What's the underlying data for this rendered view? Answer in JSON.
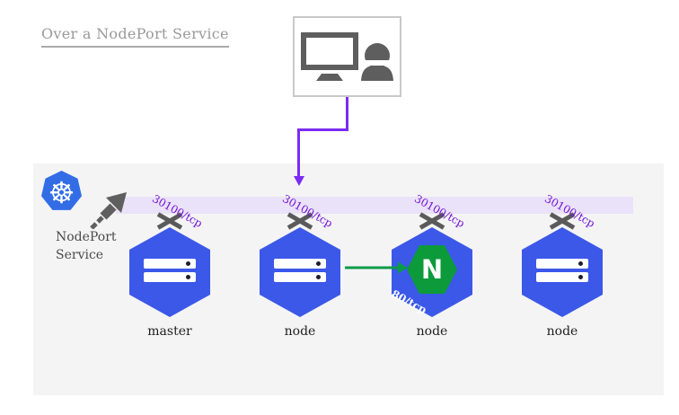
{
  "title": "Over a NodePort Service",
  "client": {
    "monitor_icon": "monitor",
    "user_icon": "user-silhouette"
  },
  "service": {
    "name_line1": "NodePort",
    "name_line2": "Service",
    "kubernetes_icon": "kubernetes-helm-wheel",
    "wheel_glyph": "☸"
  },
  "nodes": [
    {
      "label": "master",
      "port": "30100/tcp"
    },
    {
      "label": "node",
      "port": "30100/tcp"
    },
    {
      "label": "node",
      "port": "30100/tcp",
      "pod": {
        "label": "N",
        "port": "80/tcp",
        "color": "#0D9A3B"
      }
    },
    {
      "label": "node",
      "port": "30100/tcp"
    }
  ],
  "colors": {
    "node_hexagon_blue": "#3B58E8",
    "kubernetes_blue": "#326DE6",
    "band_lavender": "#EAE2F8",
    "panel_gray": "#F4F4F5",
    "connector_purple": "#7B2BF3",
    "port_label_purple": "#7113D6",
    "pod_arrow_green": "#0A9B49",
    "icon_gray": "#5E5E5E",
    "title_gray": "#999999"
  }
}
